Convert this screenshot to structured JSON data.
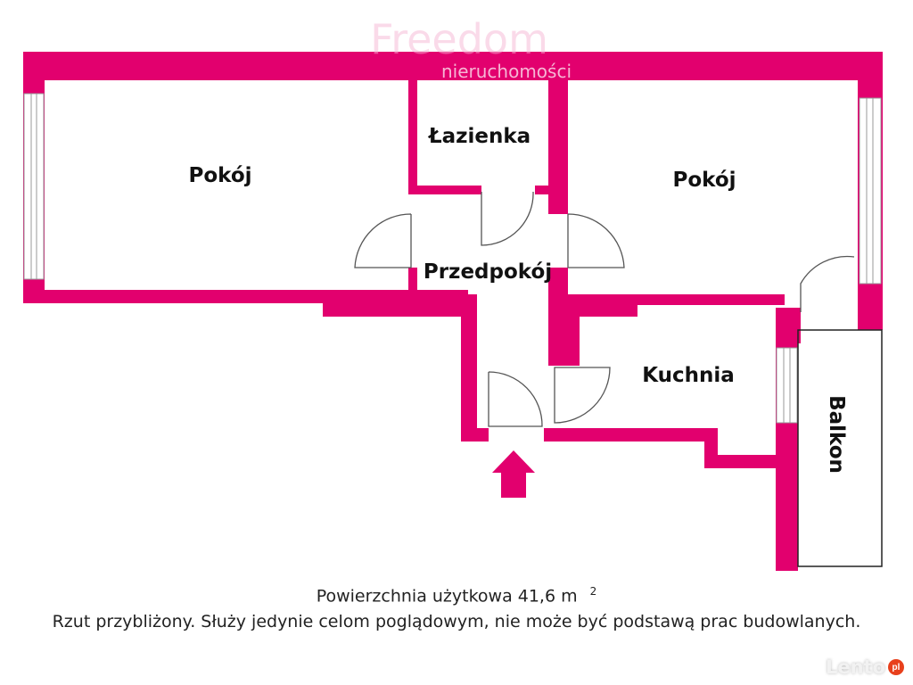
{
  "watermark": {
    "brand": "Freedom",
    "subtitle": "nieruchomości"
  },
  "rooms": {
    "pokoj_left": "Pokój",
    "lazienka": "Łazienka",
    "pokoj_right": "Pokój",
    "przedpokoj": "Przedpokój",
    "kuchnia": "Kuchnia",
    "balkon": "Balkon"
  },
  "caption": {
    "area_text": "Powierzchnia użytkowa 41,6 m",
    "area_sup": "2",
    "disclaimer": "Rzut przybliżony. Służy jedynie celom poglądowym, nie może być podstawą prac budowlanych."
  },
  "logo": {
    "text": "Lento",
    "badge": "pl"
  },
  "colors": {
    "wall": "#e2006e"
  }
}
